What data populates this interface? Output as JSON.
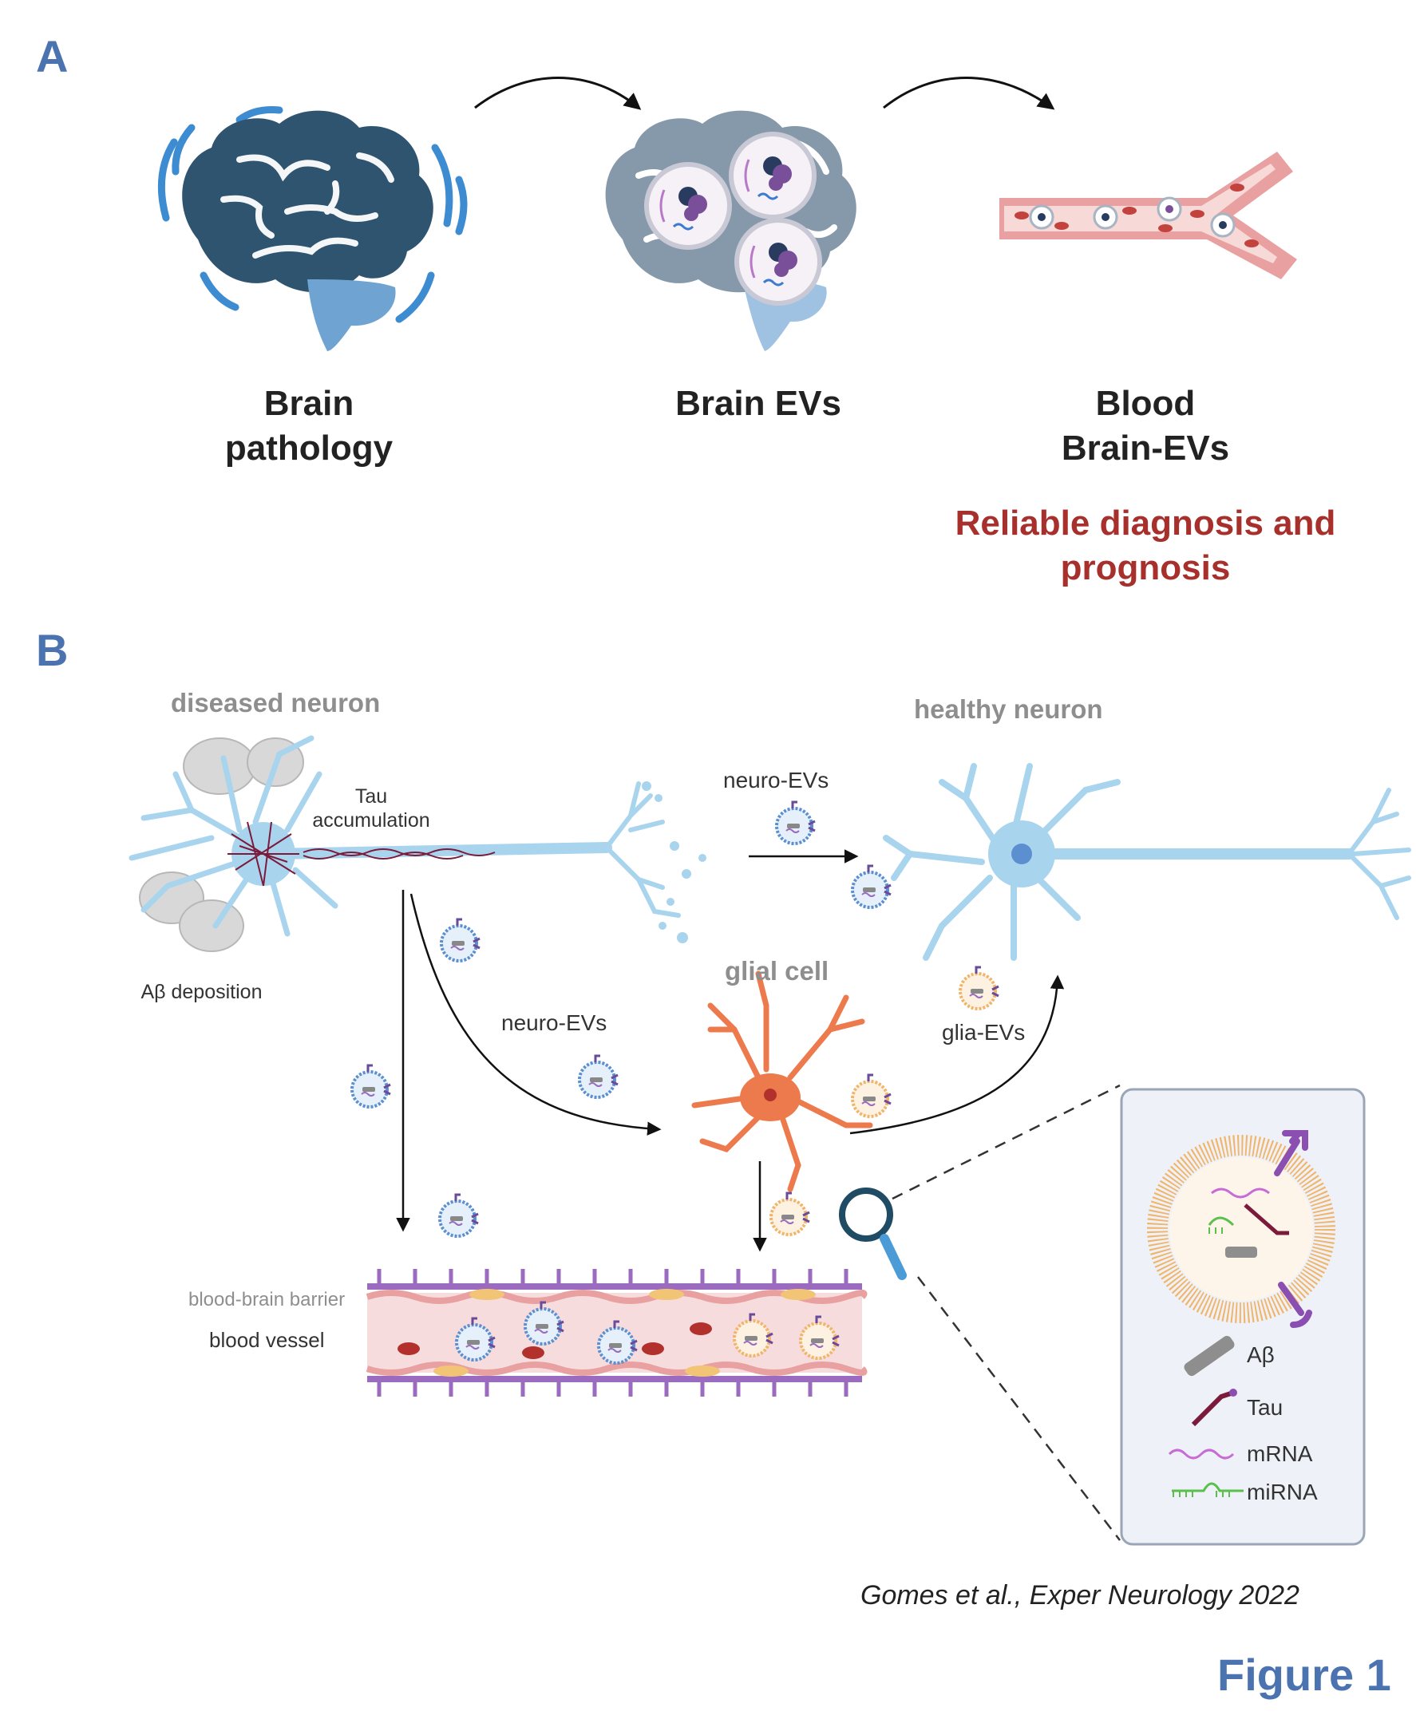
{
  "panel_a": {
    "letter": "A",
    "step1": "Brain pathology",
    "step2": "Brain EVs",
    "step3": "Blood Brain-EVs",
    "outcome": "Reliable diagnosis and prognosis"
  },
  "panel_b": {
    "letter": "B",
    "diseased_neuron": "diseased neuron",
    "healthy_neuron": "healthy neuron",
    "glial_cell": "glial cell",
    "tau_accumulation": "Tau accumulation",
    "abeta_deposition": "Aβ deposition",
    "neuro_evs_top": "neuro-EVs",
    "neuro_evs_mid": "neuro-EVs",
    "glia_evs": "glia-EVs",
    "bbb": "blood-brain barrier",
    "blood_vessel": "blood vessel",
    "legend": {
      "abeta": "Aβ",
      "tau": "Tau",
      "mrna": "mRNA",
      "mirna": "miRNA"
    }
  },
  "citation": "Gomes et al., Exper Neurology 2022",
  "figure_label": "Figure 1",
  "colors": {
    "panel_letter": "#4a73b0",
    "brain_dark": "#2f5470",
    "brain_grey": "#8699ab",
    "cerebellum": "#6fa3d1",
    "vessel_pink": "#f4c3c2",
    "red_text": "#a8302c",
    "neuron_blue": "#a9d4ee",
    "glial_orange": "#ec7a4c",
    "ev_blue": "#5b8fd0",
    "ev_orange": "#f1b56a",
    "membrane": "#9b6bbf"
  }
}
